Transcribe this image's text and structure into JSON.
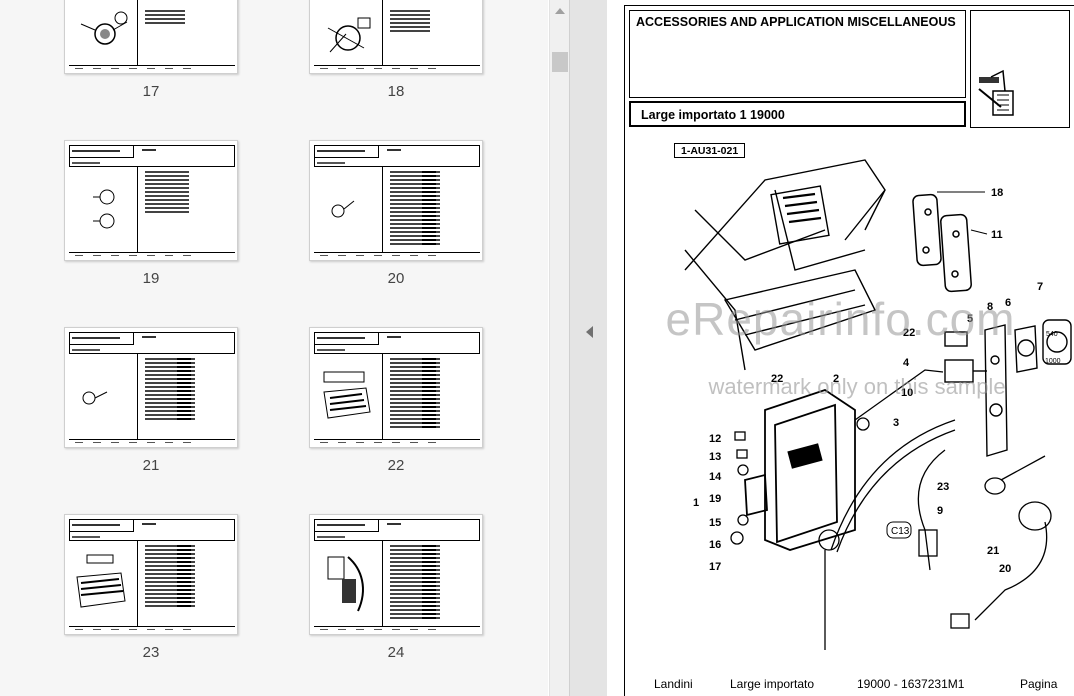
{
  "thumbnails": [
    {
      "page": "17"
    },
    {
      "page": "18"
    },
    {
      "page": "19"
    },
    {
      "page": "20"
    },
    {
      "page": "21"
    },
    {
      "page": "22"
    },
    {
      "page": "23"
    },
    {
      "page": "24"
    }
  ],
  "document": {
    "title": "ACCESSORIES AND APPLICATION MISCELLANEOUS",
    "subtitle": "Large importato 1 19000",
    "diagram_ref": "1-AU31-021",
    "watermark_main": "eRepairinfo.com",
    "watermark_sub": "watermark only on this sample",
    "footer": {
      "brand": "Landini",
      "model": "Large importato",
      "code": "19000 - 1637231M1",
      "page_label": "Pagina"
    },
    "callouts": [
      "18",
      "11",
      "7",
      "6",
      "8",
      "5",
      "22",
      "4",
      "10",
      "3",
      "2",
      "22",
      "12",
      "13",
      "14",
      "19",
      "1",
      "15",
      "16",
      "17",
      "23",
      "9",
      "C13",
      "21",
      "20"
    ],
    "plate_text": [
      "540",
      "1000"
    ]
  }
}
